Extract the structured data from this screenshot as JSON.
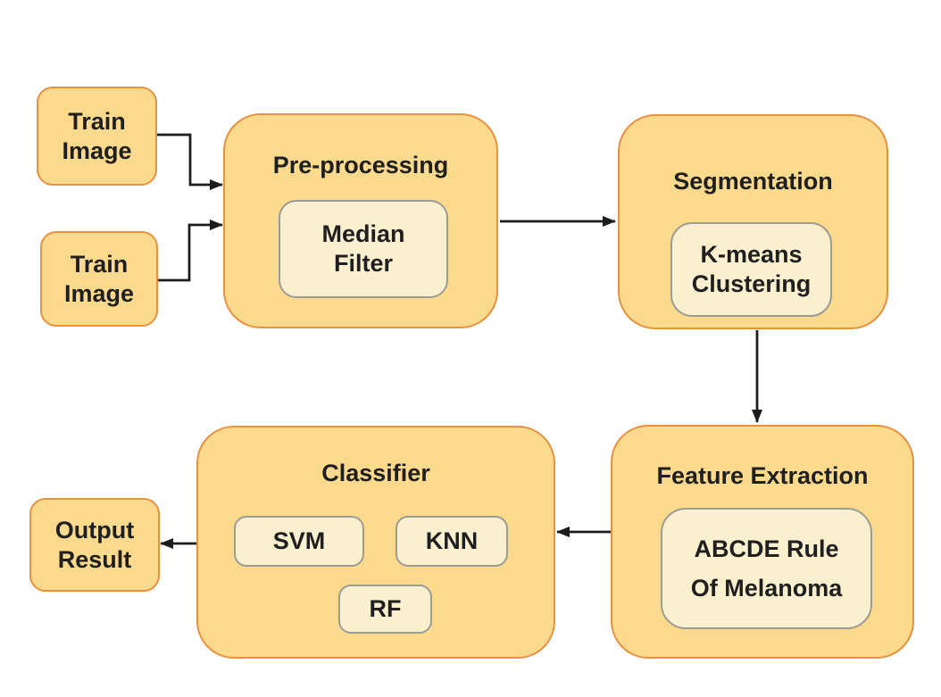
{
  "diagram": {
    "type": "flowchart",
    "background_color": "#ffffff",
    "colors": {
      "node_fill": "#fbd98d",
      "node_border": "#e8913f",
      "inner_fill": "#faefcf",
      "inner_border": "#9c9c94",
      "arrow": "#1c1c1c",
      "text": "#1f1f1f"
    },
    "nodes": {
      "train_image_1": {
        "label": "Train\nImage"
      },
      "train_image_2": {
        "label": "Train\nImage"
      },
      "preprocessing": {
        "title": "Pre-processing",
        "method": "Median\nFilter"
      },
      "segmentation": {
        "title": "Segmentation",
        "method": "K-means\nClustering"
      },
      "feature_extraction": {
        "title": "Feature Extraction",
        "method": "ABCDE Rule\nOf Melanoma"
      },
      "classifier": {
        "title": "Classifier",
        "methods": [
          "SVM",
          "KNN",
          "RF"
        ]
      },
      "output_result": {
        "label": "Output\nResult"
      }
    },
    "edges": [
      {
        "from": "train_image_1",
        "to": "preprocessing"
      },
      {
        "from": "train_image_2",
        "to": "preprocessing"
      },
      {
        "from": "preprocessing",
        "to": "segmentation"
      },
      {
        "from": "segmentation",
        "to": "feature_extraction"
      },
      {
        "from": "feature_extraction",
        "to": "classifier"
      },
      {
        "from": "classifier",
        "to": "output_result"
      }
    ]
  }
}
